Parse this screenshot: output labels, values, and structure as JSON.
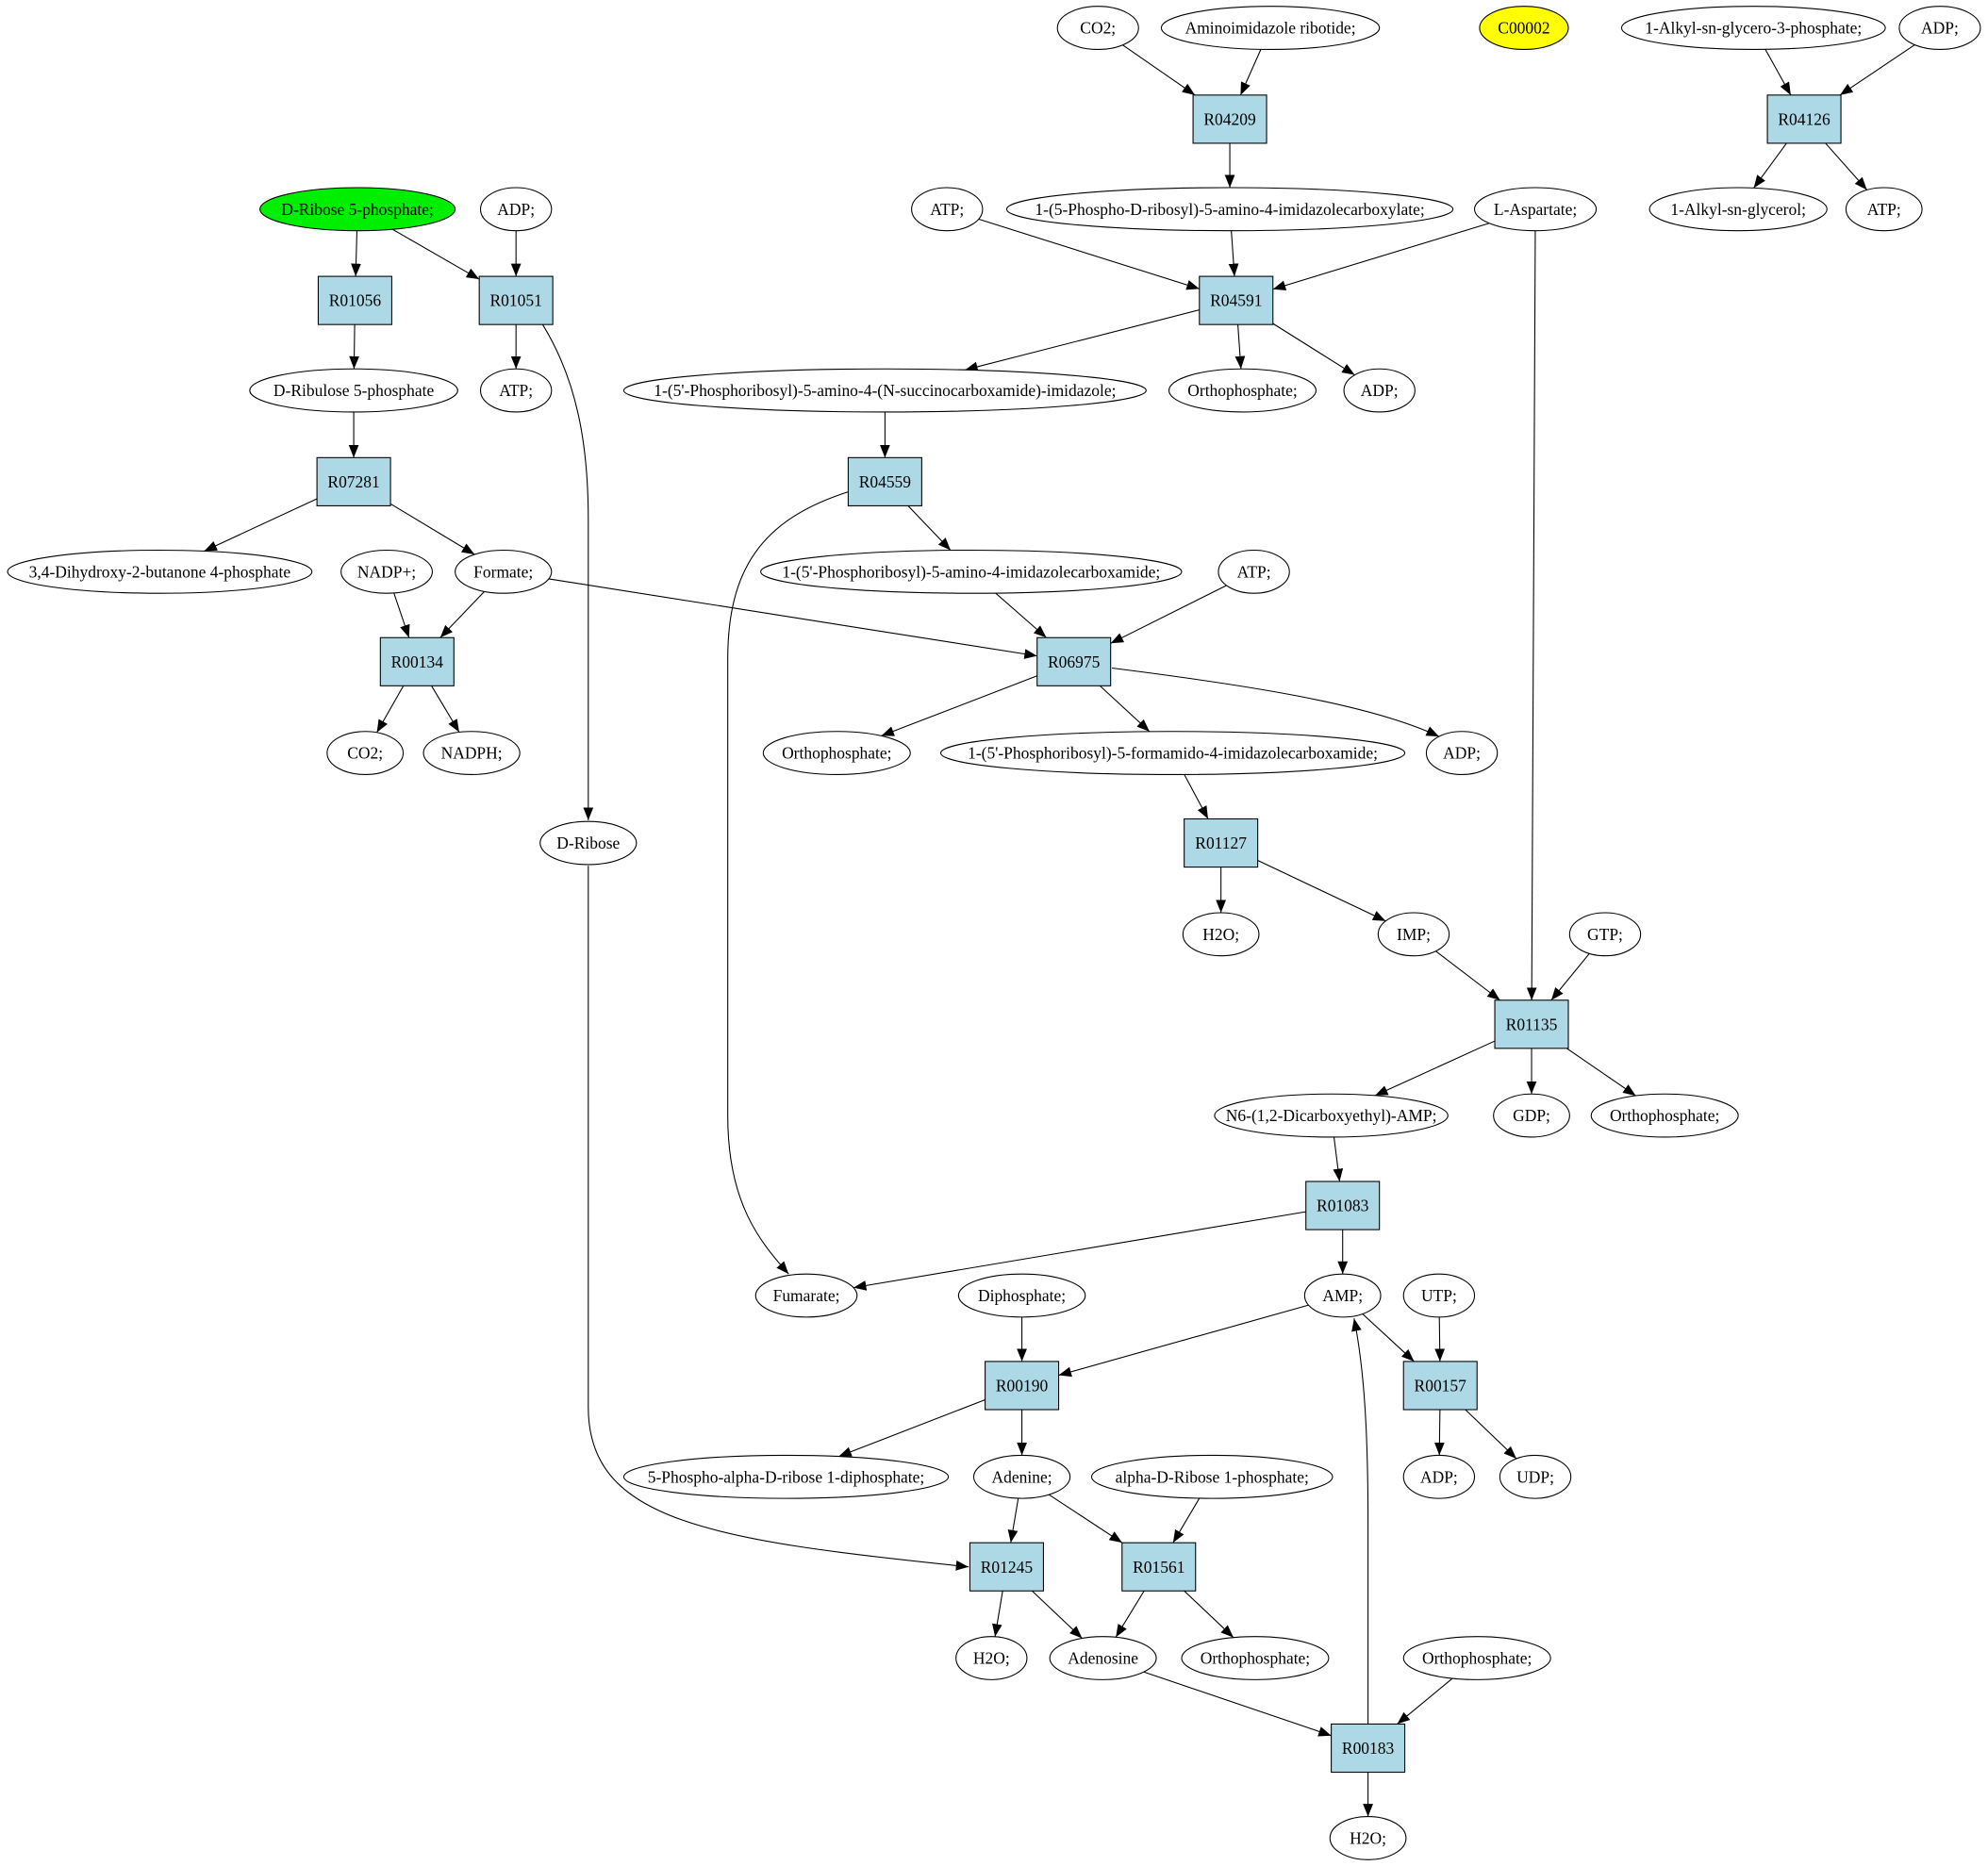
{
  "colors": {
    "reaction_fill": "#add8e6",
    "start_fill": "#00ee00",
    "highlight_fill": "#ffff00",
    "compound_fill": "#ffffff"
  },
  "nodes": [
    {
      "id": "co2a",
      "label": "CO2;",
      "kind": "compound"
    },
    {
      "id": "air",
      "label": "Aminoimidazole ribotide;",
      "kind": "compound"
    },
    {
      "id": "c00002",
      "label": "C00002",
      "kind": "highlight"
    },
    {
      "id": "alk3p",
      "label": "1-Alkyl-sn-glycero-3-phosphate;",
      "kind": "compound"
    },
    {
      "id": "adpa",
      "label": "ADP;",
      "kind": "compound"
    },
    {
      "id": "R04209",
      "label": "R04209",
      "kind": "reaction"
    },
    {
      "id": "R04126",
      "label": "R04126",
      "kind": "reaction"
    },
    {
      "id": "dr5p",
      "label": "D-Ribose 5-phosphate;",
      "kind": "start"
    },
    {
      "id": "adpb",
      "label": "ADP;",
      "kind": "compound"
    },
    {
      "id": "atpa",
      "label": "ATP;",
      "kind": "compound"
    },
    {
      "id": "cair",
      "label": "1-(5-Phospho-D-ribosyl)-5-amino-4-imidazolecarboxylate;",
      "kind": "compound"
    },
    {
      "id": "lasp",
      "label": "L-Aspartate;",
      "kind": "compound"
    },
    {
      "id": "alkg",
      "label": "1-Alkyl-sn-glycerol;",
      "kind": "compound"
    },
    {
      "id": "atpb",
      "label": "ATP;",
      "kind": "compound"
    },
    {
      "id": "R01056",
      "label": "R01056",
      "kind": "reaction"
    },
    {
      "id": "R01051",
      "label": "R01051",
      "kind": "reaction"
    },
    {
      "id": "R04591",
      "label": "R04591",
      "kind": "reaction"
    },
    {
      "id": "dru5p",
      "label": "D-Ribulose 5-phosphate",
      "kind": "compound"
    },
    {
      "id": "atpc",
      "label": "ATP;",
      "kind": "compound"
    },
    {
      "id": "saicar",
      "label": "1-(5'-Phosphoribosyl)-5-amino-4-(N-succinocarboxamide)-imidazole;",
      "kind": "compound"
    },
    {
      "id": "pia",
      "label": "Orthophosphate;",
      "kind": "compound"
    },
    {
      "id": "adpc",
      "label": "ADP;",
      "kind": "compound"
    },
    {
      "id": "R07281",
      "label": "R07281",
      "kind": "reaction"
    },
    {
      "id": "R04559",
      "label": "R04559",
      "kind": "reaction"
    },
    {
      "id": "dhbp",
      "label": "3,4-Dihydroxy-2-butanone 4-phosphate",
      "kind": "compound"
    },
    {
      "id": "nadp",
      "label": "NADP+;",
      "kind": "compound"
    },
    {
      "id": "formate",
      "label": "Formate;",
      "kind": "compound"
    },
    {
      "id": "aicar",
      "label": "1-(5'-Phosphoribosyl)-5-amino-4-imidazolecarboxamide;",
      "kind": "compound"
    },
    {
      "id": "atpd",
      "label": "ATP;",
      "kind": "compound"
    },
    {
      "id": "R00134",
      "label": "R00134",
      "kind": "reaction"
    },
    {
      "id": "R06975",
      "label": "R06975",
      "kind": "reaction"
    },
    {
      "id": "co2b",
      "label": "CO2;",
      "kind": "compound"
    },
    {
      "id": "nadph",
      "label": "NADPH;",
      "kind": "compound"
    },
    {
      "id": "pib",
      "label": "Orthophosphate;",
      "kind": "compound"
    },
    {
      "id": "faicar",
      "label": "1-(5'-Phosphoribosyl)-5-formamido-4-imidazolecarboxamide;",
      "kind": "compound"
    },
    {
      "id": "adpd",
      "label": "ADP;",
      "kind": "compound"
    },
    {
      "id": "drib",
      "label": "D-Ribose",
      "kind": "compound"
    },
    {
      "id": "R01127",
      "label": "R01127",
      "kind": "reaction"
    },
    {
      "id": "h2oa",
      "label": "H2O;",
      "kind": "compound"
    },
    {
      "id": "imp",
      "label": "IMP;",
      "kind": "compound"
    },
    {
      "id": "gtp",
      "label": "GTP;",
      "kind": "compound"
    },
    {
      "id": "R01135",
      "label": "R01135",
      "kind": "reaction"
    },
    {
      "id": "samp",
      "label": "N6-(1,2-Dicarboxyethyl)-AMP;",
      "kind": "compound"
    },
    {
      "id": "gdp",
      "label": "GDP;",
      "kind": "compound"
    },
    {
      "id": "pic",
      "label": "Orthophosphate;",
      "kind": "compound"
    },
    {
      "id": "R01083",
      "label": "R01083",
      "kind": "reaction"
    },
    {
      "id": "fumarate",
      "label": "Fumarate;",
      "kind": "compound"
    },
    {
      "id": "diphos",
      "label": "Diphosphate;",
      "kind": "compound"
    },
    {
      "id": "amp",
      "label": "AMP;",
      "kind": "compound"
    },
    {
      "id": "utp",
      "label": "UTP;",
      "kind": "compound"
    },
    {
      "id": "R00190",
      "label": "R00190",
      "kind": "reaction"
    },
    {
      "id": "R00157",
      "label": "R00157",
      "kind": "reaction"
    },
    {
      "id": "prpp",
      "label": "5-Phospho-alpha-D-ribose 1-diphosphate;",
      "kind": "compound"
    },
    {
      "id": "adenine",
      "label": "Adenine;",
      "kind": "compound"
    },
    {
      "id": "adr1p",
      "label": "alpha-D-Ribose 1-phosphate;",
      "kind": "compound"
    },
    {
      "id": "adpe",
      "label": "ADP;",
      "kind": "compound"
    },
    {
      "id": "udp",
      "label": "UDP;",
      "kind": "compound"
    },
    {
      "id": "R01245",
      "label": "R01245",
      "kind": "reaction"
    },
    {
      "id": "R01561",
      "label": "R01561",
      "kind": "reaction"
    },
    {
      "id": "h2ob",
      "label": "H2O;",
      "kind": "compound"
    },
    {
      "id": "adenosine",
      "label": "Adenosine",
      "kind": "compound"
    },
    {
      "id": "pid",
      "label": "Orthophosphate;",
      "kind": "compound"
    },
    {
      "id": "pie",
      "label": "Orthophosphate;",
      "kind": "compound"
    },
    {
      "id": "R00183",
      "label": "R00183",
      "kind": "reaction"
    },
    {
      "id": "h2oc",
      "label": "H2O;",
      "kind": "compound"
    }
  ],
  "edges": [
    [
      "co2a",
      "R04209"
    ],
    [
      "air",
      "R04209"
    ],
    [
      "R04209",
      "cair"
    ],
    [
      "alk3p",
      "R04126"
    ],
    [
      "adpa",
      "R04126"
    ],
    [
      "R04126",
      "alkg"
    ],
    [
      "R04126",
      "atpb"
    ],
    [
      "dr5p",
      "R01056"
    ],
    [
      "dr5p",
      "R01051"
    ],
    [
      "adpb",
      "R01051"
    ],
    [
      "R01056",
      "dru5p"
    ],
    [
      "R01051",
      "atpc"
    ],
    [
      "R01051",
      "drib"
    ],
    [
      "atpa",
      "R04591"
    ],
    [
      "cair",
      "R04591"
    ],
    [
      "lasp",
      "R04591"
    ],
    [
      "R04591",
      "saicar"
    ],
    [
      "R04591",
      "pia"
    ],
    [
      "R04591",
      "adpc"
    ],
    [
      "dru5p",
      "R07281"
    ],
    [
      "R07281",
      "dhbp"
    ],
    [
      "R07281",
      "formate"
    ],
    [
      "saicar",
      "R04559"
    ],
    [
      "R04559",
      "aicar"
    ],
    [
      "R04559",
      "fumarate"
    ],
    [
      "nadp",
      "R00134"
    ],
    [
      "formate",
      "R00134"
    ],
    [
      "formate",
      "R06975"
    ],
    [
      "aicar",
      "R06975"
    ],
    [
      "atpd",
      "R06975"
    ],
    [
      "R00134",
      "co2b"
    ],
    [
      "R00134",
      "nadph"
    ],
    [
      "R06975",
      "pib"
    ],
    [
      "R06975",
      "faicar"
    ],
    [
      "R06975",
      "adpd"
    ],
    [
      "faicar",
      "R01127"
    ],
    [
      "R01127",
      "h2oa"
    ],
    [
      "R01127",
      "imp"
    ],
    [
      "imp",
      "R01135"
    ],
    [
      "gtp",
      "R01135"
    ],
    [
      "lasp",
      "R01135"
    ],
    [
      "R01135",
      "samp"
    ],
    [
      "R01135",
      "gdp"
    ],
    [
      "R01135",
      "pic"
    ],
    [
      "samp",
      "R01083"
    ],
    [
      "R01083",
      "fumarate"
    ],
    [
      "R01083",
      "amp"
    ],
    [
      "amp",
      "R00190"
    ],
    [
      "diphos",
      "R00190"
    ],
    [
      "amp",
      "R00157"
    ],
    [
      "utp",
      "R00157"
    ],
    [
      "R00157",
      "adpe"
    ],
    [
      "R00157",
      "udp"
    ],
    [
      "R00190",
      "prpp"
    ],
    [
      "R00190",
      "adenine"
    ],
    [
      "adenine",
      "R01245"
    ],
    [
      "adenine",
      "R01561"
    ],
    [
      "adr1p",
      "R01561"
    ],
    [
      "drib",
      "R01245"
    ],
    [
      "R01245",
      "h2ob"
    ],
    [
      "R01245",
      "adenosine"
    ],
    [
      "R01561",
      "adenosine"
    ],
    [
      "R01561",
      "pid"
    ],
    [
      "adenosine",
      "R00183"
    ],
    [
      "pie",
      "R00183"
    ],
    [
      "R00183",
      "h2oc"
    ],
    [
      "R00183",
      "amp"
    ]
  ]
}
